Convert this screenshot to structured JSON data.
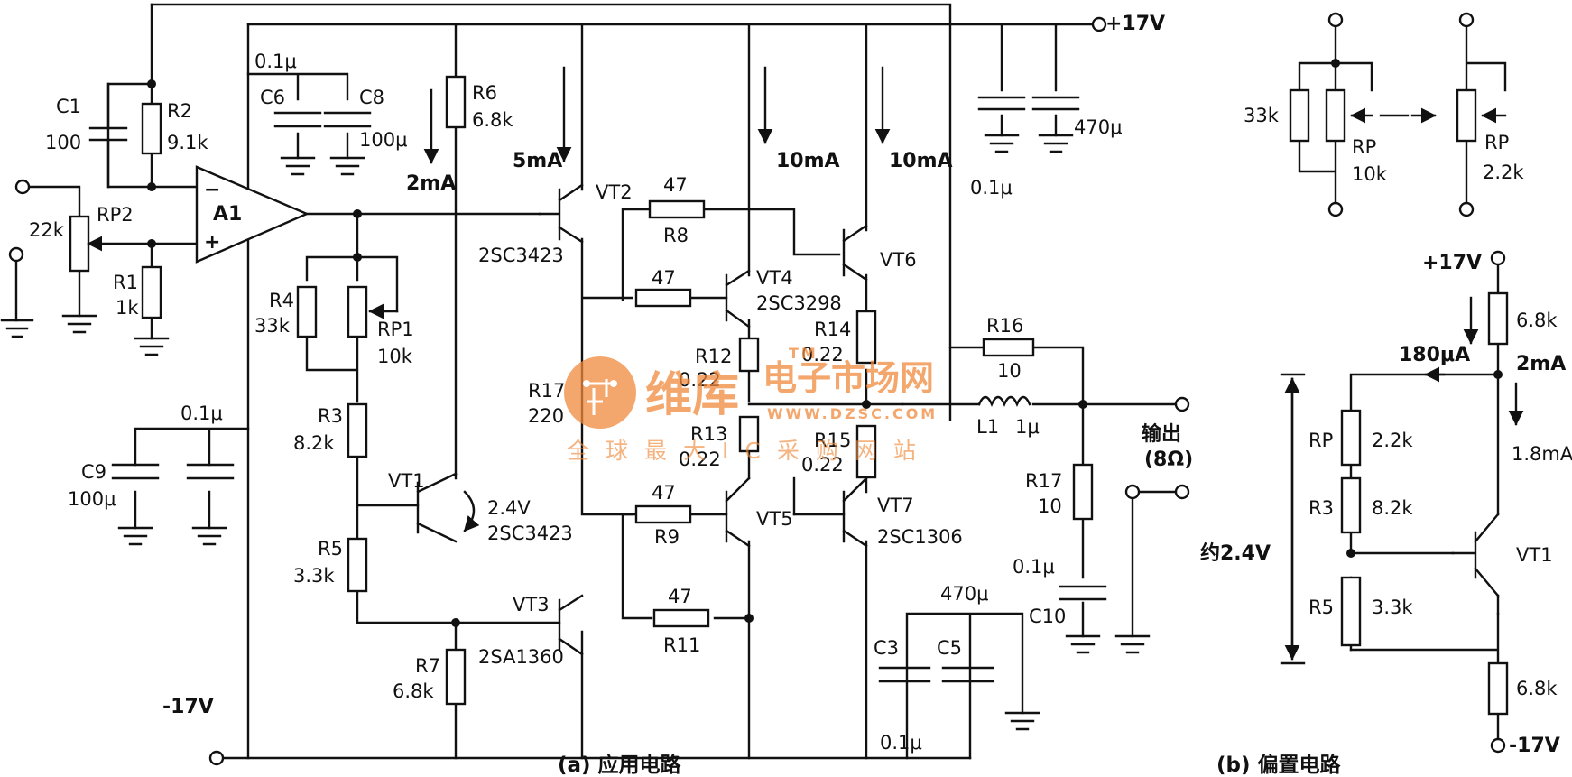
{
  "captions": {
    "a": "(a) 应用电路",
    "b": "(b) 偏置电路"
  },
  "rails": {
    "pos": "+17V",
    "neg": "-17V"
  },
  "amp": {
    "name": "A1",
    "minus": "−",
    "plus": "+"
  },
  "labels": {
    "c1": "C1",
    "c1v": "100",
    "r2": "R2",
    "r2v": "9.1k",
    "rp2": "RP2",
    "rp2v": "22k",
    "r1": "R1",
    "r1v": "1k",
    "c6": "C6",
    "c8": "C8",
    "c8v": "100μ",
    "c68v": "0.1μ",
    "r6": "R6",
    "r6v": "6.8k",
    "i2ma": "2mA",
    "r4": "R4",
    "r4v": "33k",
    "rp1": "RP1",
    "rp1v": "10k",
    "r3": "R3",
    "r3v": "8.2k",
    "vt1": "VT1",
    "vt1v": "2.4V",
    "vt1t": "2SC3423",
    "r5": "R5",
    "r5v": "3.3k",
    "r7": "R7",
    "r7v": "6.8k",
    "c9": "C9",
    "c9v": "100μ",
    "c9p": "0.1μ",
    "i5ma": "5mA",
    "vt2": "VT2",
    "vt2t": "2SC3423",
    "r8": "R8",
    "r8v": "47",
    "vt4": "VT4",
    "vt4t": "2SC3298",
    "r10v": "47",
    "r12": "R12",
    "r12v": "0.22",
    "r17a": "R17",
    "r17av": "220",
    "r13": "R13",
    "r13v": "0.22",
    "r9": "R9",
    "r9v": "47",
    "vt5": "VT5",
    "vt3": "VT3",
    "vt3t": "2SA1360",
    "r11": "R11",
    "r11v": "47",
    "i10a": "10mA",
    "i10b": "10mA",
    "vt6": "VT6",
    "r14": "R14",
    "r14v": "0.22",
    "r15": "R15",
    "r15v": "0.22",
    "vt7": "VT7",
    "vt7t": "2SC1306",
    "cps1": "0.1μ",
    "cps2": "470μ",
    "r16": "R16",
    "r16v": "10",
    "l1": "L1",
    "l1v": "1μ",
    "out": "输出",
    "outz": "(8Ω)",
    "r17b": "R17",
    "r17bv": "10",
    "c10": "C10",
    "c10v": "0.1μ",
    "c3": "C3",
    "c5": "C5",
    "c35v": "470μ",
    "cbot": "0.1μ",
    "b_r33": "33k",
    "b_rp": "RP",
    "b_rp10": "10k",
    "b_rp2": "RP",
    "b_rp22": "2.2k",
    "b_p17": "+17V",
    "b_r68": "6.8k",
    "b_i180": "180μA",
    "b_i2": "2mA",
    "b_i18": "1.8mA",
    "b_rp3": "RP",
    "b_rp3v": "2.2k",
    "b_r3": "R3",
    "b_r3v": "8.2k",
    "b_v": "约2.4V",
    "b_vt1": "VT1",
    "b_r5": "R5",
    "b_r5v": "3.3k",
    "b_r68b": "6.8k",
    "b_m17": "-17V"
  },
  "watermark": {
    "name_cn": "维库",
    "name2": "电子市场网",
    "url": "WWW.DZSC.COM",
    "slogan": "全球最大IC采购网站",
    "tm": "TM"
  }
}
